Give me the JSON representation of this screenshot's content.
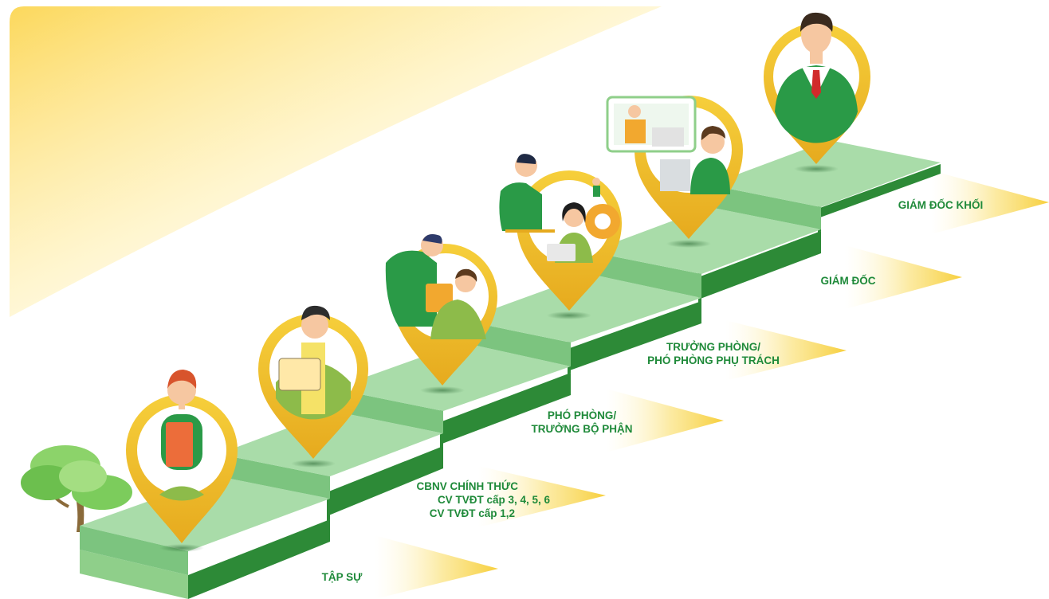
{
  "career_path": {
    "stages": [
      {
        "id": "tap-su",
        "lines": [
          "TẬP SỰ"
        ]
      },
      {
        "id": "cv-tvdt-1-2",
        "lines": [
          "CV TVĐT cấp 1,2"
        ]
      },
      {
        "id": "cv-tvdt-3-6",
        "lines": [
          "CV TVĐT cấp 3, 4, 5, 6"
        ]
      },
      {
        "id": "cbnv",
        "lines": [
          "CBNV CHÍNH THỨC"
        ]
      },
      {
        "id": "pho-phong",
        "lines": [
          "PHÓ PHÒNG/",
          "TRƯỞNG BỘ PHẬN"
        ]
      },
      {
        "id": "truong-phong",
        "lines": [
          "TRƯỞNG PHÒNG/",
          "PHÓ PHÒNG PHỤ TRÁCH"
        ]
      },
      {
        "id": "giam-doc",
        "lines": [
          "GIÁM ĐỐC"
        ]
      },
      {
        "id": "giam-doc-khoi",
        "lines": [
          "GIÁM ĐỐC KHỐI"
        ]
      }
    ]
  },
  "colors": {
    "stair_top": "#a9dca9",
    "stair_riser": "#7cc47f",
    "stair_side": "#2f8f3a",
    "pin_gold": "#f2c42c",
    "pin_gold_dark": "#e0a91b",
    "label_green": "#1f8a3a",
    "ray_yellow": "#f9d95a",
    "suit_green": "#2a9a47"
  }
}
